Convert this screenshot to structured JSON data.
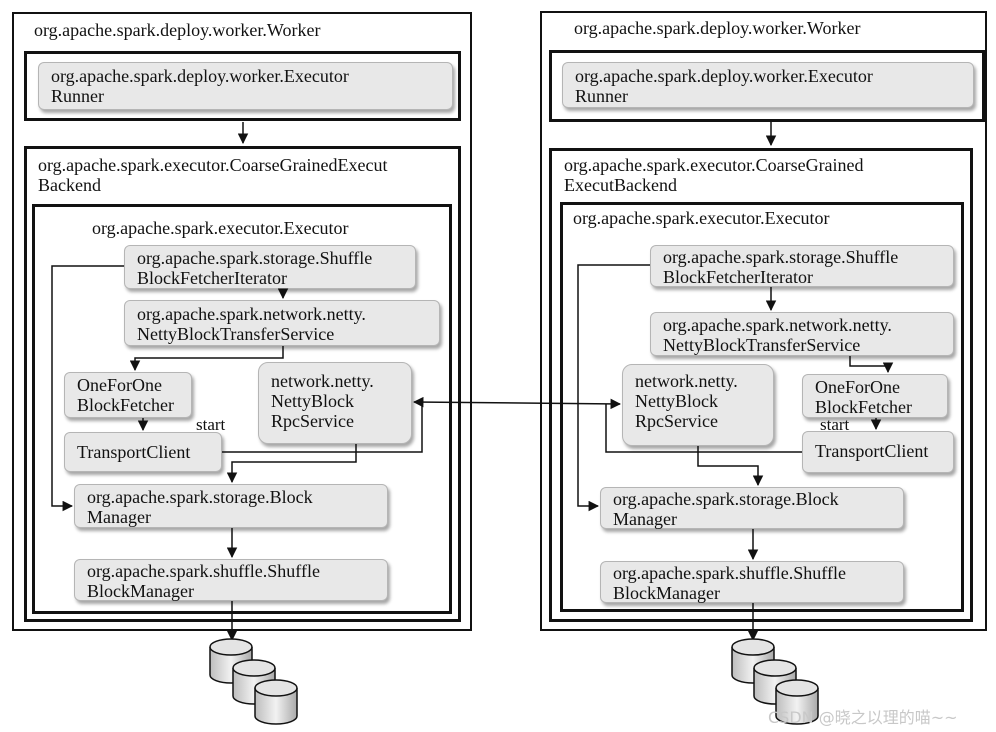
{
  "left": {
    "worker_title": "org.apache.spark.deploy.worker.Worker",
    "executor_runner": "org.apache.spark.deploy.worker.Executor\nRunner",
    "backend_title": "org.apache.spark.executor.CoarseGrainedExecut\nBackend",
    "executor_title": "org.apache.spark.executor.Executor",
    "shuffle_fetcher": "org.apache.spark.storage.Shuffle\nBlockFetcherIterator",
    "transfer_service": "org.apache.spark.network.netty.\nNettyBlockTransferService",
    "oneforone": "OneForOne\nBlockFetcher",
    "start": "start",
    "transport_client": "TransportClient",
    "rpc_service": "network.netty.\nNettyBlock\nRpcService",
    "block_manager": "org.apache.spark.storage.Block\nManager",
    "shuffle_block_manager": "org.apache.spark.shuffle.Shuffle\nBlockManager"
  },
  "right": {
    "worker_title": "org.apache.spark.deploy.worker.Worker",
    "executor_runner": "org.apache.spark.deploy.worker.Executor\nRunner",
    "backend_title": "org.apache.spark.executor.CoarseGrained\nExecutBackend",
    "executor_title": "org.apache.spark.executor.Executor",
    "shuffle_fetcher": "org.apache.spark.storage.Shuffle\nBlockFetcherIterator",
    "transfer_service": "org.apache.spark.network.netty.\nNettyBlockTransferService",
    "oneforone": "OneForOne\nBlockFetcher",
    "start": "start",
    "transport_client": "TransportClient",
    "rpc_service": "network.netty.\nNettyBlock\nRpcService",
    "block_manager": "org.apache.spark.storage.Block\nManager",
    "shuffle_block_manager": "org.apache.spark.shuffle.Shuffle\nBlockManager"
  },
  "watermark": "CSDN @晓之以理的喵~~"
}
